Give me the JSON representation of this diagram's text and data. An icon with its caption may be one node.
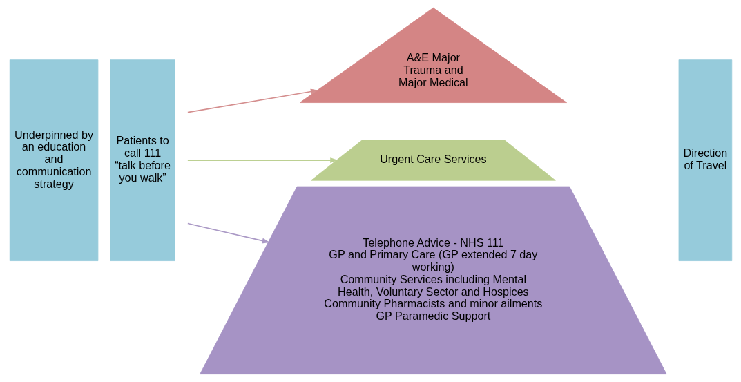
{
  "diagram": {
    "nodes": [
      {
        "text": [
          "Underpinned by an education and communication strategy"
        ]
      },
      {
        "text": [
          "Patients to call 111 “talk before you walk”"
        ]
      },
      {
        "text": [
          "A&E Major Trauma and Major Medical"
        ]
      },
      {
        "text": [
          "Urgent Care Services"
        ]
      },
      {
        "text": [
          "Telephone Advice - NHS 111",
          "GP and Primary Care (GP extended 7 day working)",
          "Community Services including Mental Health, Voluntary Sector and Hospices",
          "Community Pharmacists and minor ailments",
          "GP Paramedic Support"
        ]
      },
      {
        "text": [
          "Direction of Travel"
        ]
      }
    ],
    "edges": [
      {
        "from": null,
        "to": 2,
        "arrow": "to",
        "color": "#d48e8e"
      },
      {
        "from": null,
        "to": 3,
        "arrow": "to",
        "color": "#bcd092"
      },
      {
        "from": null,
        "to": 4,
        "arrow": "to",
        "color": "#ab9ac6"
      }
    ]
  }
}
